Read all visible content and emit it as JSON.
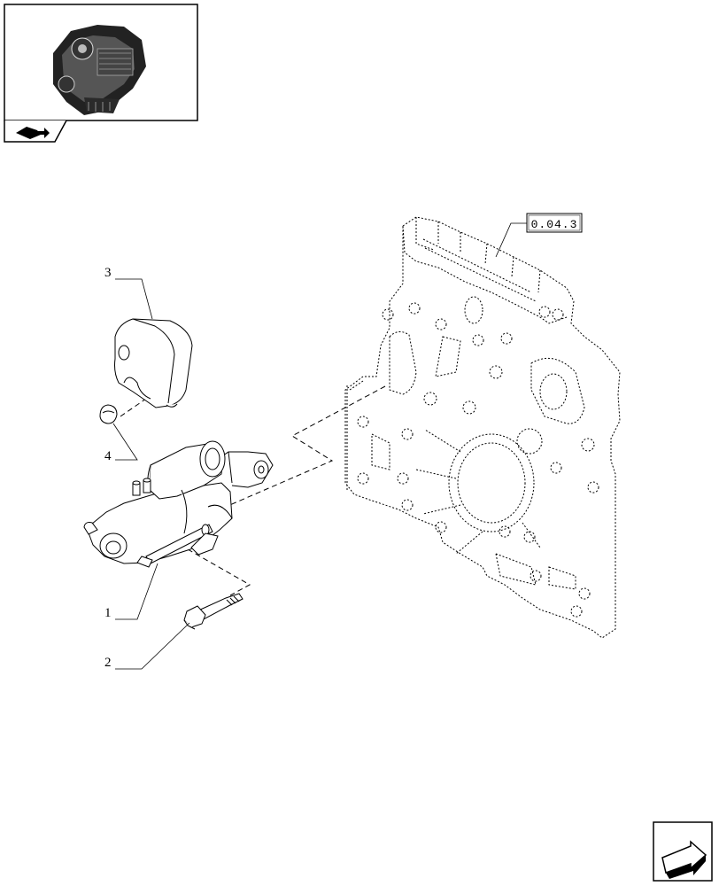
{
  "header": {
    "thumbnail_icon": "engine-thumbnail-icon",
    "nav_icon": "book-arrow-icon"
  },
  "diagram": {
    "reference_box": "0.04.3",
    "callouts": {
      "item_1": "1",
      "item_2": "2",
      "item_3": "3",
      "item_4": "4"
    },
    "parts": [
      "starter-motor",
      "bolt",
      "protective-cover",
      "cap",
      "engine-front-housing"
    ]
  },
  "footer": {
    "next_page_icon": "next-page-arrow-icon"
  }
}
